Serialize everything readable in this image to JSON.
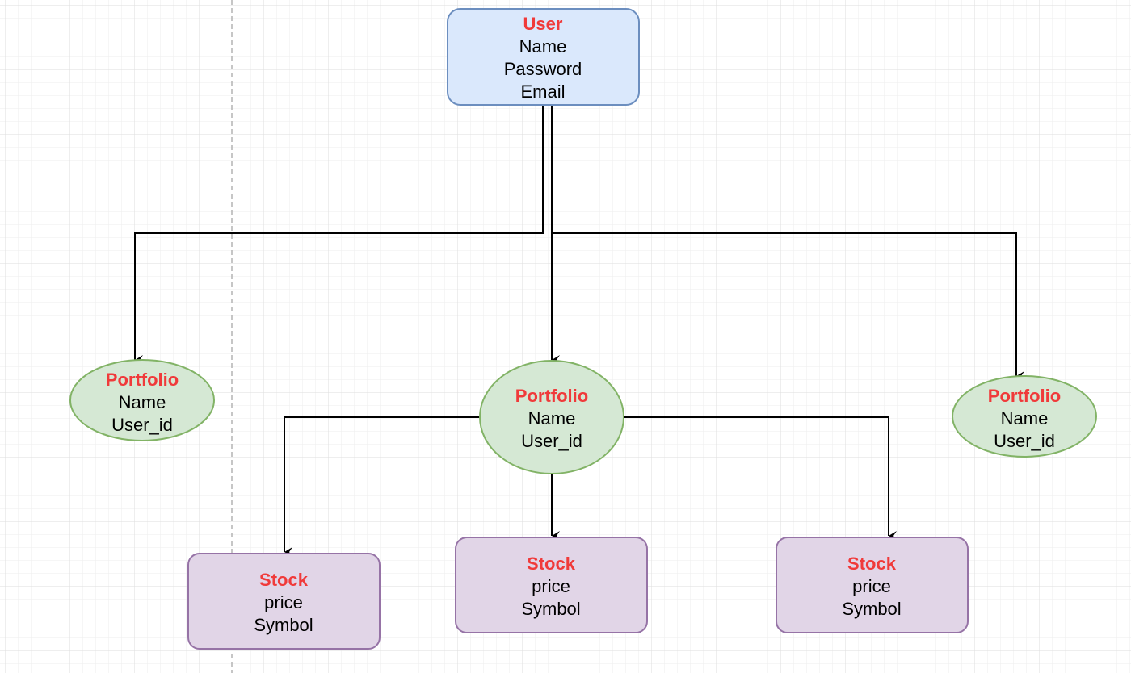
{
  "colors": {
    "title_text": "#f03a3a",
    "body_text": "#000000",
    "user_fill": "#dae8fc",
    "user_stroke": "#6c8ebf",
    "portfolio_fill": "#d5e8d4",
    "portfolio_stroke": "#82b366",
    "stock_fill": "#e1d5e7",
    "stock_stroke": "#9673a6",
    "connector": "#000000",
    "grid_minor": "#eeeeee",
    "grid_major": "#dddddd",
    "page_break": "#b3b3b3"
  },
  "user": {
    "title": "User",
    "fields": [
      "Name",
      "Password",
      "Email"
    ]
  },
  "portfolios": [
    {
      "title": "Portfolio",
      "fields": [
        "Name",
        "User_id"
      ]
    },
    {
      "title": "Portfolio",
      "fields": [
        "Name",
        "User_id"
      ]
    },
    {
      "title": "Portfolio",
      "fields": [
        "Name",
        "User_id"
      ]
    }
  ],
  "stocks": [
    {
      "title": "Stock",
      "fields": [
        "price",
        "Symbol"
      ]
    },
    {
      "title": "Stock",
      "fields": [
        "price",
        "Symbol"
      ]
    },
    {
      "title": "Stock",
      "fields": [
        "price",
        "Symbol"
      ]
    }
  ]
}
